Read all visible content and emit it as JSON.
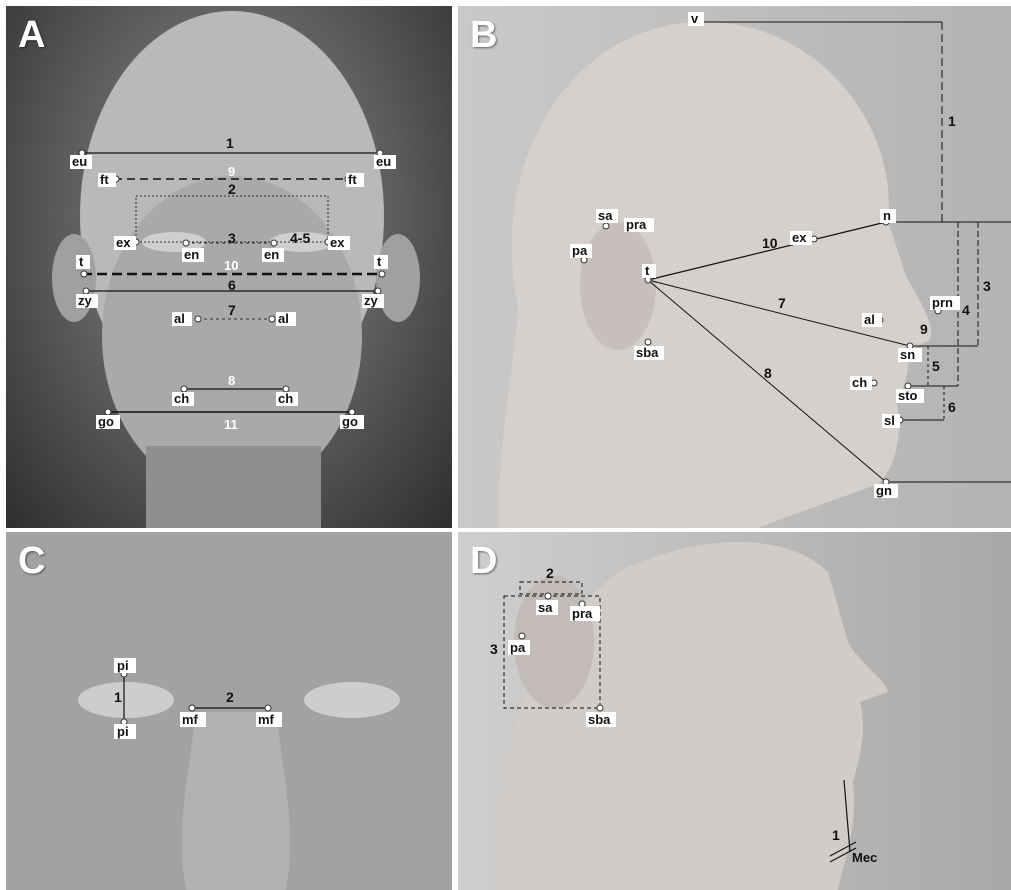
{
  "panels": {
    "a": {
      "letter": "A",
      "landmarks": [
        "eu",
        "eu",
        "ft",
        "ft",
        "ex",
        "en",
        "en",
        "ex",
        "t",
        "t",
        "zy",
        "zy",
        "al",
        "al",
        "ch",
        "ch",
        "go",
        "go"
      ],
      "numbers": [
        "1",
        "9",
        "2",
        "3",
        "4-5",
        "10",
        "6",
        "7",
        "8",
        "11"
      ]
    },
    "b": {
      "letter": "B",
      "landmarks": [
        "v",
        "sa",
        "pra",
        "pa",
        "t",
        "ex",
        "n",
        "al",
        "prn",
        "sn",
        "sba",
        "ch",
        "sto",
        "sl",
        "gn"
      ],
      "numbers": [
        "1",
        "10",
        "7",
        "8",
        "3",
        "4",
        "9",
        "5",
        "6"
      ]
    },
    "c": {
      "letter": "C",
      "landmarks": [
        "pi",
        "pi",
        "mf",
        "mf"
      ],
      "numbers": [
        "1",
        "2"
      ]
    },
    "d": {
      "letter": "D",
      "landmarks": [
        "sa",
        "pra",
        "pa",
        "sba",
        "Mec"
      ],
      "numbers": [
        "2",
        "3",
        "1"
      ]
    }
  }
}
